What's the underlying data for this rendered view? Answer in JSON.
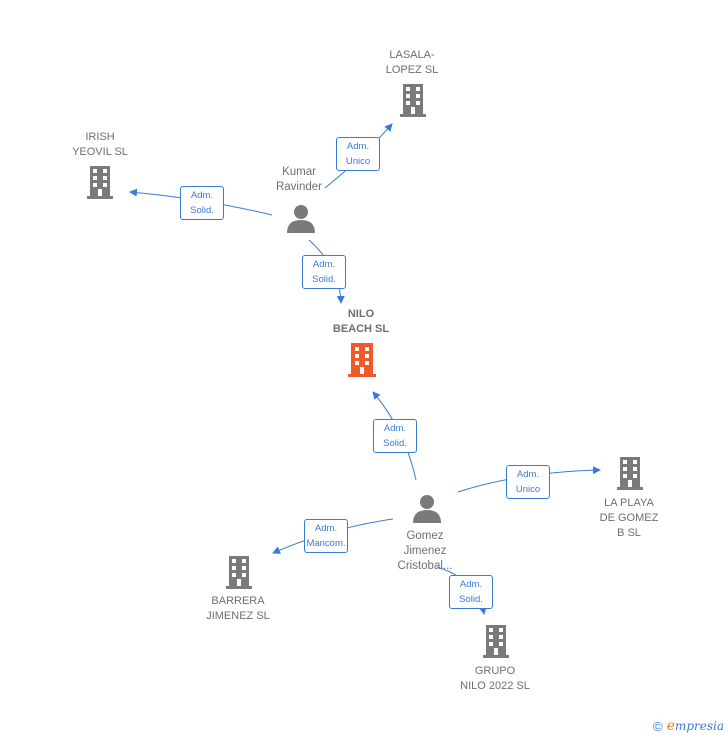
{
  "colors": {
    "edge": "#3a7bd5",
    "building": "#7a7a7a",
    "focus_building": "#f05a28",
    "person": "#7a7a7a"
  },
  "nodes": {
    "lasala": "LASALA-\nLOPEZ SL",
    "irish": "IRISH\nYEOVIL  SL",
    "kumar": "Kumar\nRavinder",
    "nilo_beach": "NILO\nBEACH  SL",
    "playa": "LA PLAYA\nDE GOMEZ\nB  SL",
    "gomez": "Gomez\nJimenez\nCristobal...",
    "barrera": "BARRERA\nJIMENEZ  SL",
    "grupo": "GRUPO\nNILO 2022  SL"
  },
  "edges": {
    "kumar_lasala": "Adm.\nUnico",
    "kumar_irish": "Adm.\nSolid.",
    "kumar_nilo": "Adm.\nSolid.",
    "gomez_nilo": "Adm.\nSolid.",
    "gomez_playa": "Adm.\nUnico",
    "gomez_barrera": "Adm.\nMancom.",
    "gomez_grupo": "Adm.\nSolid."
  },
  "footer": {
    "copyright": "©",
    "brand_initial": "e",
    "brand_rest": "mpresia"
  }
}
